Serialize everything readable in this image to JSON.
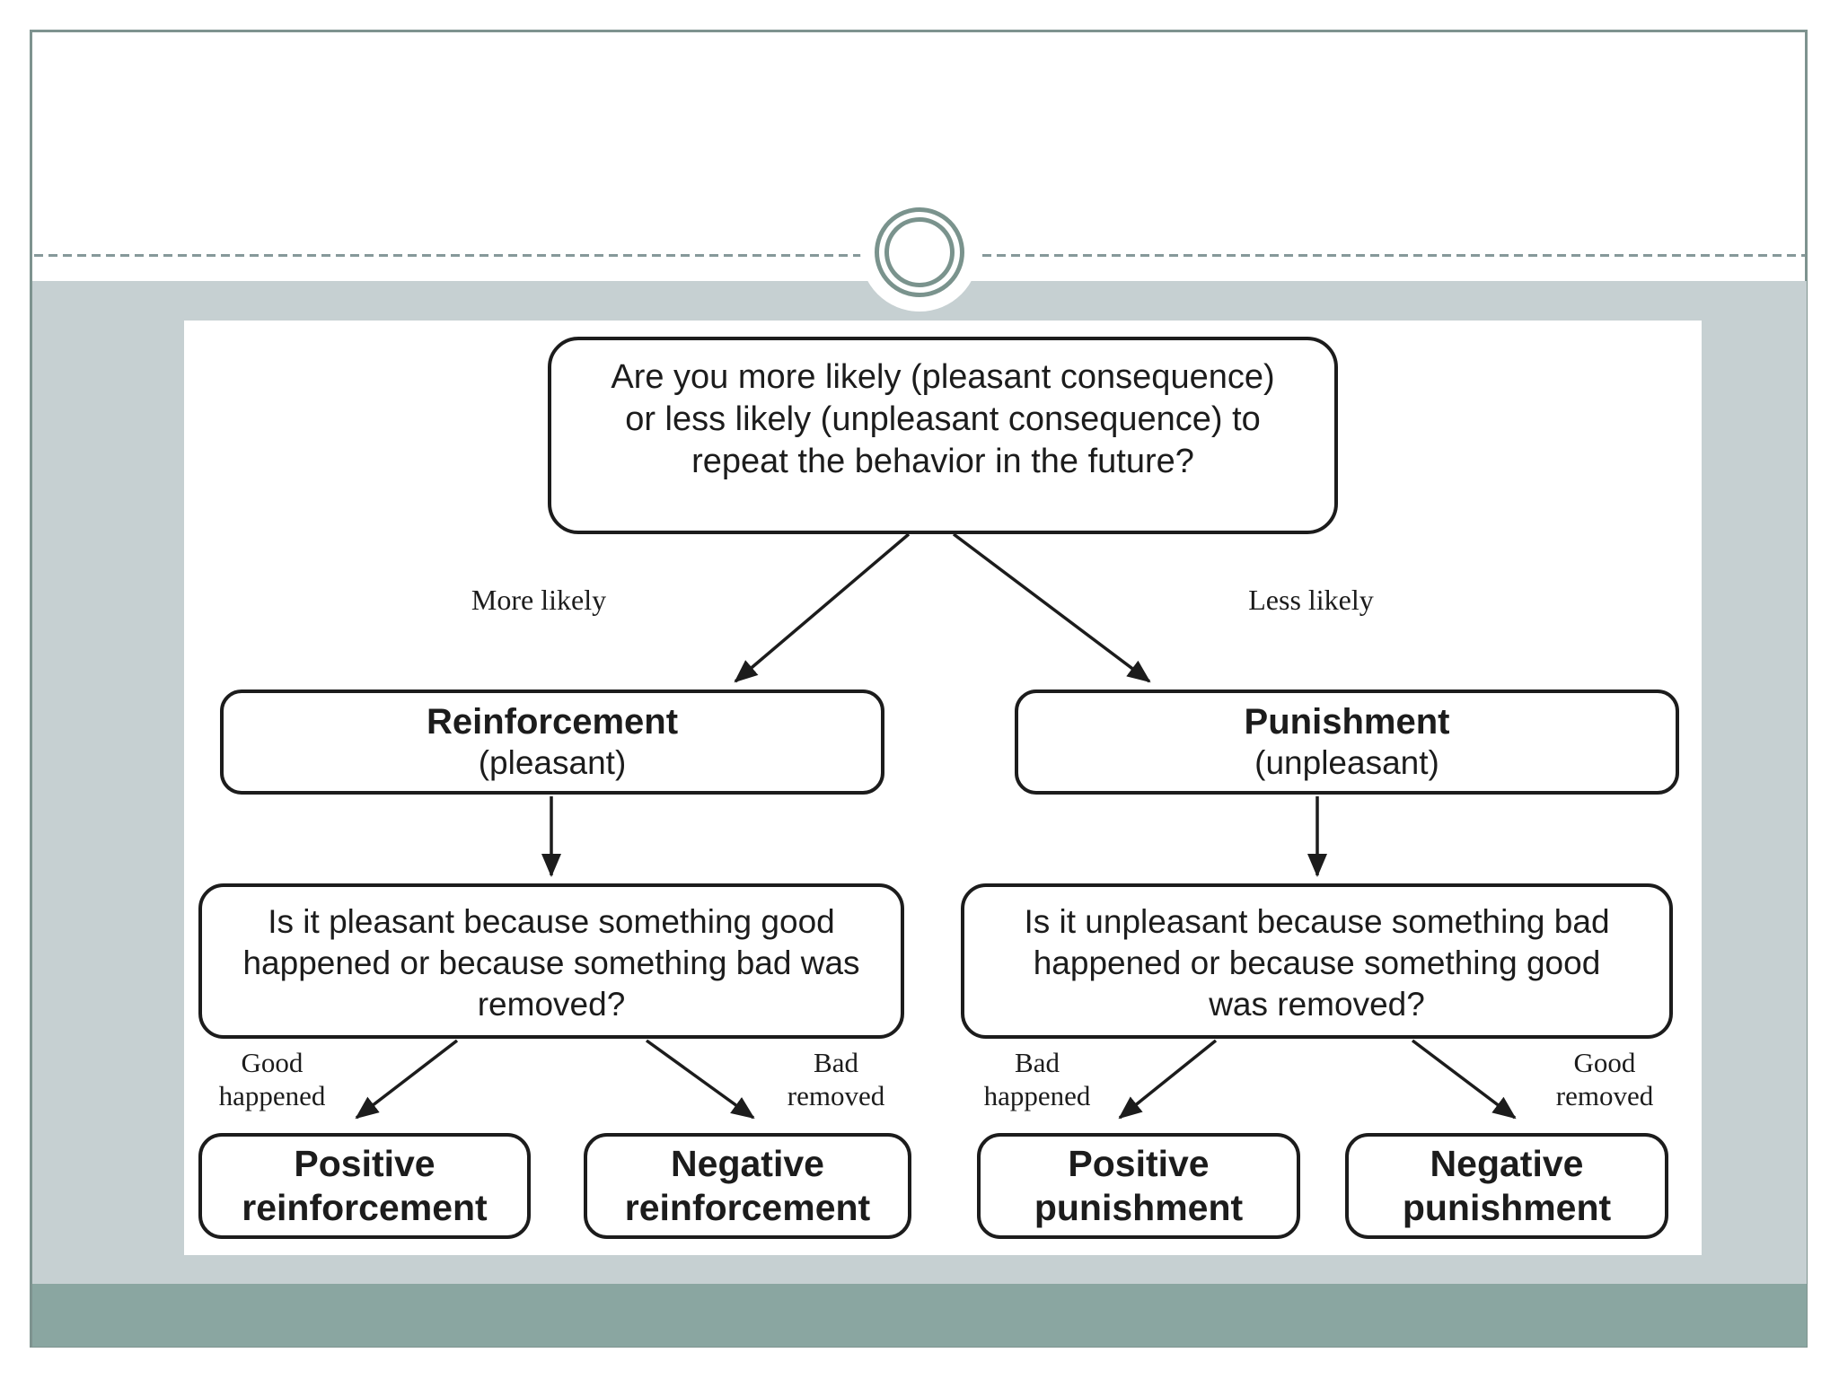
{
  "colors": {
    "frame_border": "#7e938f",
    "dashed_divider": "#86999a",
    "ornament_ring": "#7a938d",
    "band_light": "#c6d0d2",
    "band_dark": "#8aa6a1",
    "ink": "#1c1c1c",
    "panel_background": "#ffffff"
  },
  "diagram": {
    "root_question": {
      "line1": "Are you more likely (pleasant consequence)",
      "line2": "or less likely (unpleasant consequence) to",
      "line3": "repeat the behavior in the future?"
    },
    "branch_labels": {
      "left": "More likely",
      "right": "Less likely"
    },
    "level2": {
      "left": {
        "title": "Reinforcement",
        "subtitle": "(pleasant)"
      },
      "right": {
        "title": "Punishment",
        "subtitle": "(unpleasant)"
      }
    },
    "level3": {
      "left": {
        "line1": "Is it pleasant because something good",
        "line2": "happened or because something bad was",
        "line3": "removed?"
      },
      "right": {
        "line1": "Is it unpleasant because something bad",
        "line2": "happened or because something good",
        "line3": "was removed?"
      }
    },
    "outcome_labels": {
      "good_happened": {
        "line1": "Good",
        "line2": "happened"
      },
      "bad_removed": {
        "line1": "Bad",
        "line2": "removed"
      },
      "bad_happened": {
        "line1": "Bad",
        "line2": "happened"
      },
      "good_removed": {
        "line1": "Good",
        "line2": "removed"
      }
    },
    "outcomes": {
      "positive_reinforcement": {
        "line1": "Positive",
        "line2": "reinforcement"
      },
      "negative_reinforcement": {
        "line1": "Negative",
        "line2": "reinforcement"
      },
      "positive_punishment": {
        "line1": "Positive",
        "line2": "punishment"
      },
      "negative_punishment": {
        "line1": "Negative",
        "line2": "punishment"
      }
    }
  }
}
